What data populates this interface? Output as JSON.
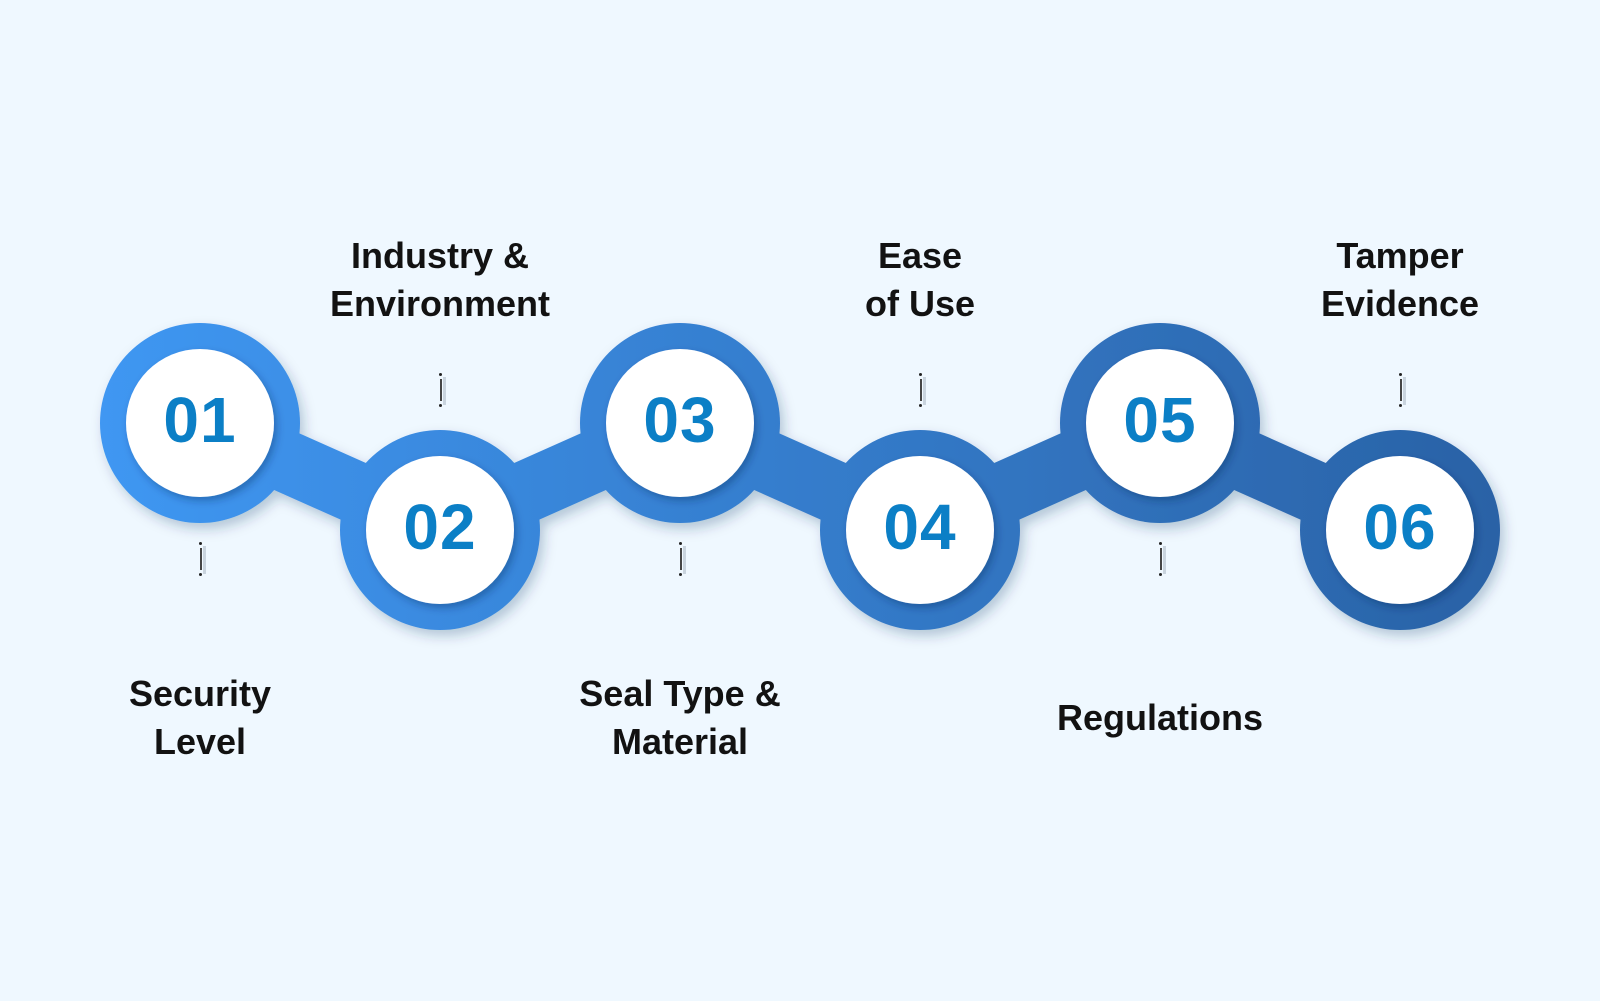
{
  "steps": [
    {
      "number": "01",
      "label_lines": [
        "Security",
        "Level"
      ]
    },
    {
      "number": "02",
      "label_lines": [
        "Industry &",
        "Environment"
      ]
    },
    {
      "number": "03",
      "label_lines": [
        "Seal Type &",
        "Material"
      ]
    },
    {
      "number": "04",
      "label_lines": [
        "Ease",
        "of Use"
      ]
    },
    {
      "number": "05",
      "label_lines": [
        "Regulations"
      ]
    },
    {
      "number": "06",
      "label_lines": [
        "Tamper",
        "Evidence"
      ]
    }
  ],
  "colors": {
    "background": "#eff8ff",
    "ring_start": "#3f97f2",
    "ring_end": "#2a62a6",
    "number": "#0b7fc6",
    "label": "#121212",
    "inner_circle": "#ffffff"
  }
}
